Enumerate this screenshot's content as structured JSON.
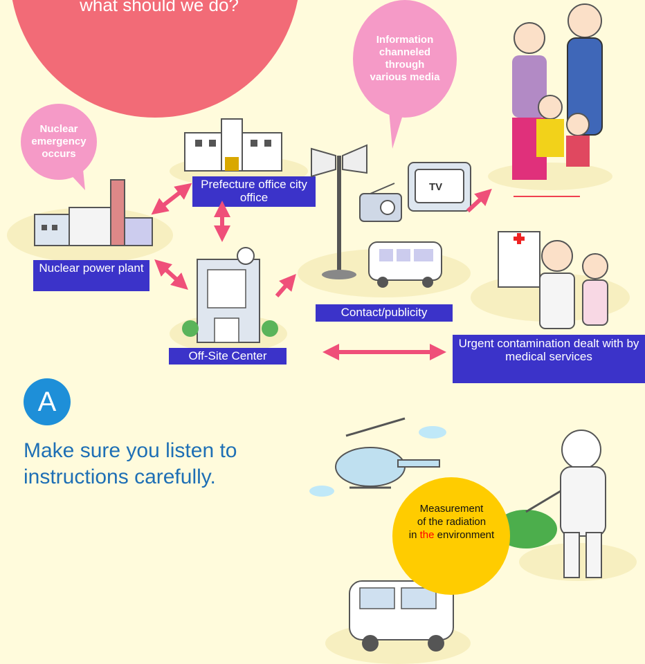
{
  "question_bubble": {
    "text": "what should we do?"
  },
  "bubbles": {
    "nuclear_emergency": "Nuclear emergency occurs",
    "information_media": "Information channeled through various media"
  },
  "labels": {
    "nuclear_plant": "Nuclear power plant",
    "prefecture_office": "Prefecture office city office",
    "offsite_center": "Off-Site Center",
    "contact_publicity": "Contact/publicity",
    "medical_services": "Urgent contamination dealt with by medical services"
  },
  "answer": {
    "letter": "A",
    "text": "Make sure you listen to instructions carefully."
  },
  "measurement": {
    "line1": "Measurement",
    "line2": "of the radiation",
    "line3_pre": "in ",
    "line3_highlight": "the",
    "line3_post": " environment"
  },
  "tv_text": "TV",
  "colors": {
    "background": "#fffbdc",
    "question_bubble": "#f26b77",
    "pink_bubble": "#f59ac7",
    "label_bg": "#3b33c9",
    "arrow": "#ef4f79",
    "answer_circle": "#1e8fd8",
    "answer_text": "#1e6fb5",
    "measurement_circle": "#ffcc00",
    "highlight": "#ff0000"
  }
}
